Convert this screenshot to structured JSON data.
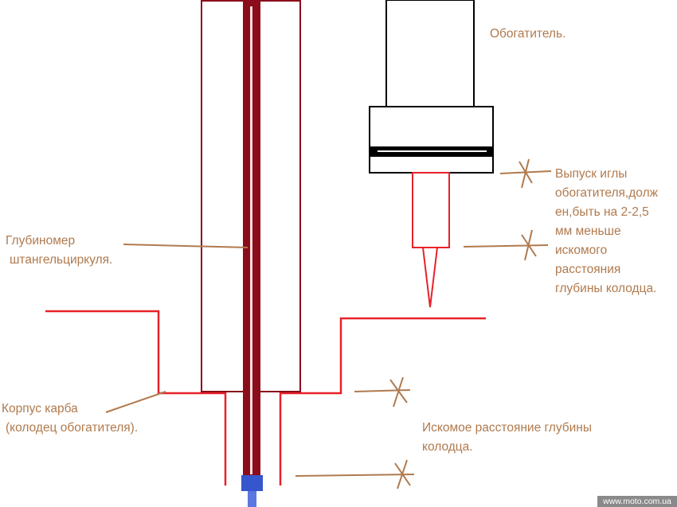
{
  "labels": {
    "enricher": "Обогатитель.",
    "needle_release": [
      "Выпуск иглы",
      "обогатителя,долж",
      "ен,быть на 2-2,5",
      "мм меньше",
      "искомого",
      "расстояния",
      "глубины колодца."
    ],
    "depth_gauge": [
      "Глубиномер",
      "штангельциркуля."
    ],
    "carb_body": [
      "Корпус карба",
      "(колодец обогатителя)."
    ],
    "searched_distance": [
      "Искомое расстояние глубины",
      "колодца."
    ]
  },
  "watermark": "www.moto.com.ua",
  "colors": {
    "outline": "#e8212a",
    "rod": "#8b0d1b",
    "frame": "#000000",
    "label_text": "#b07a4e",
    "leader_line": "#b07a4e",
    "tip": "#3556cc"
  }
}
